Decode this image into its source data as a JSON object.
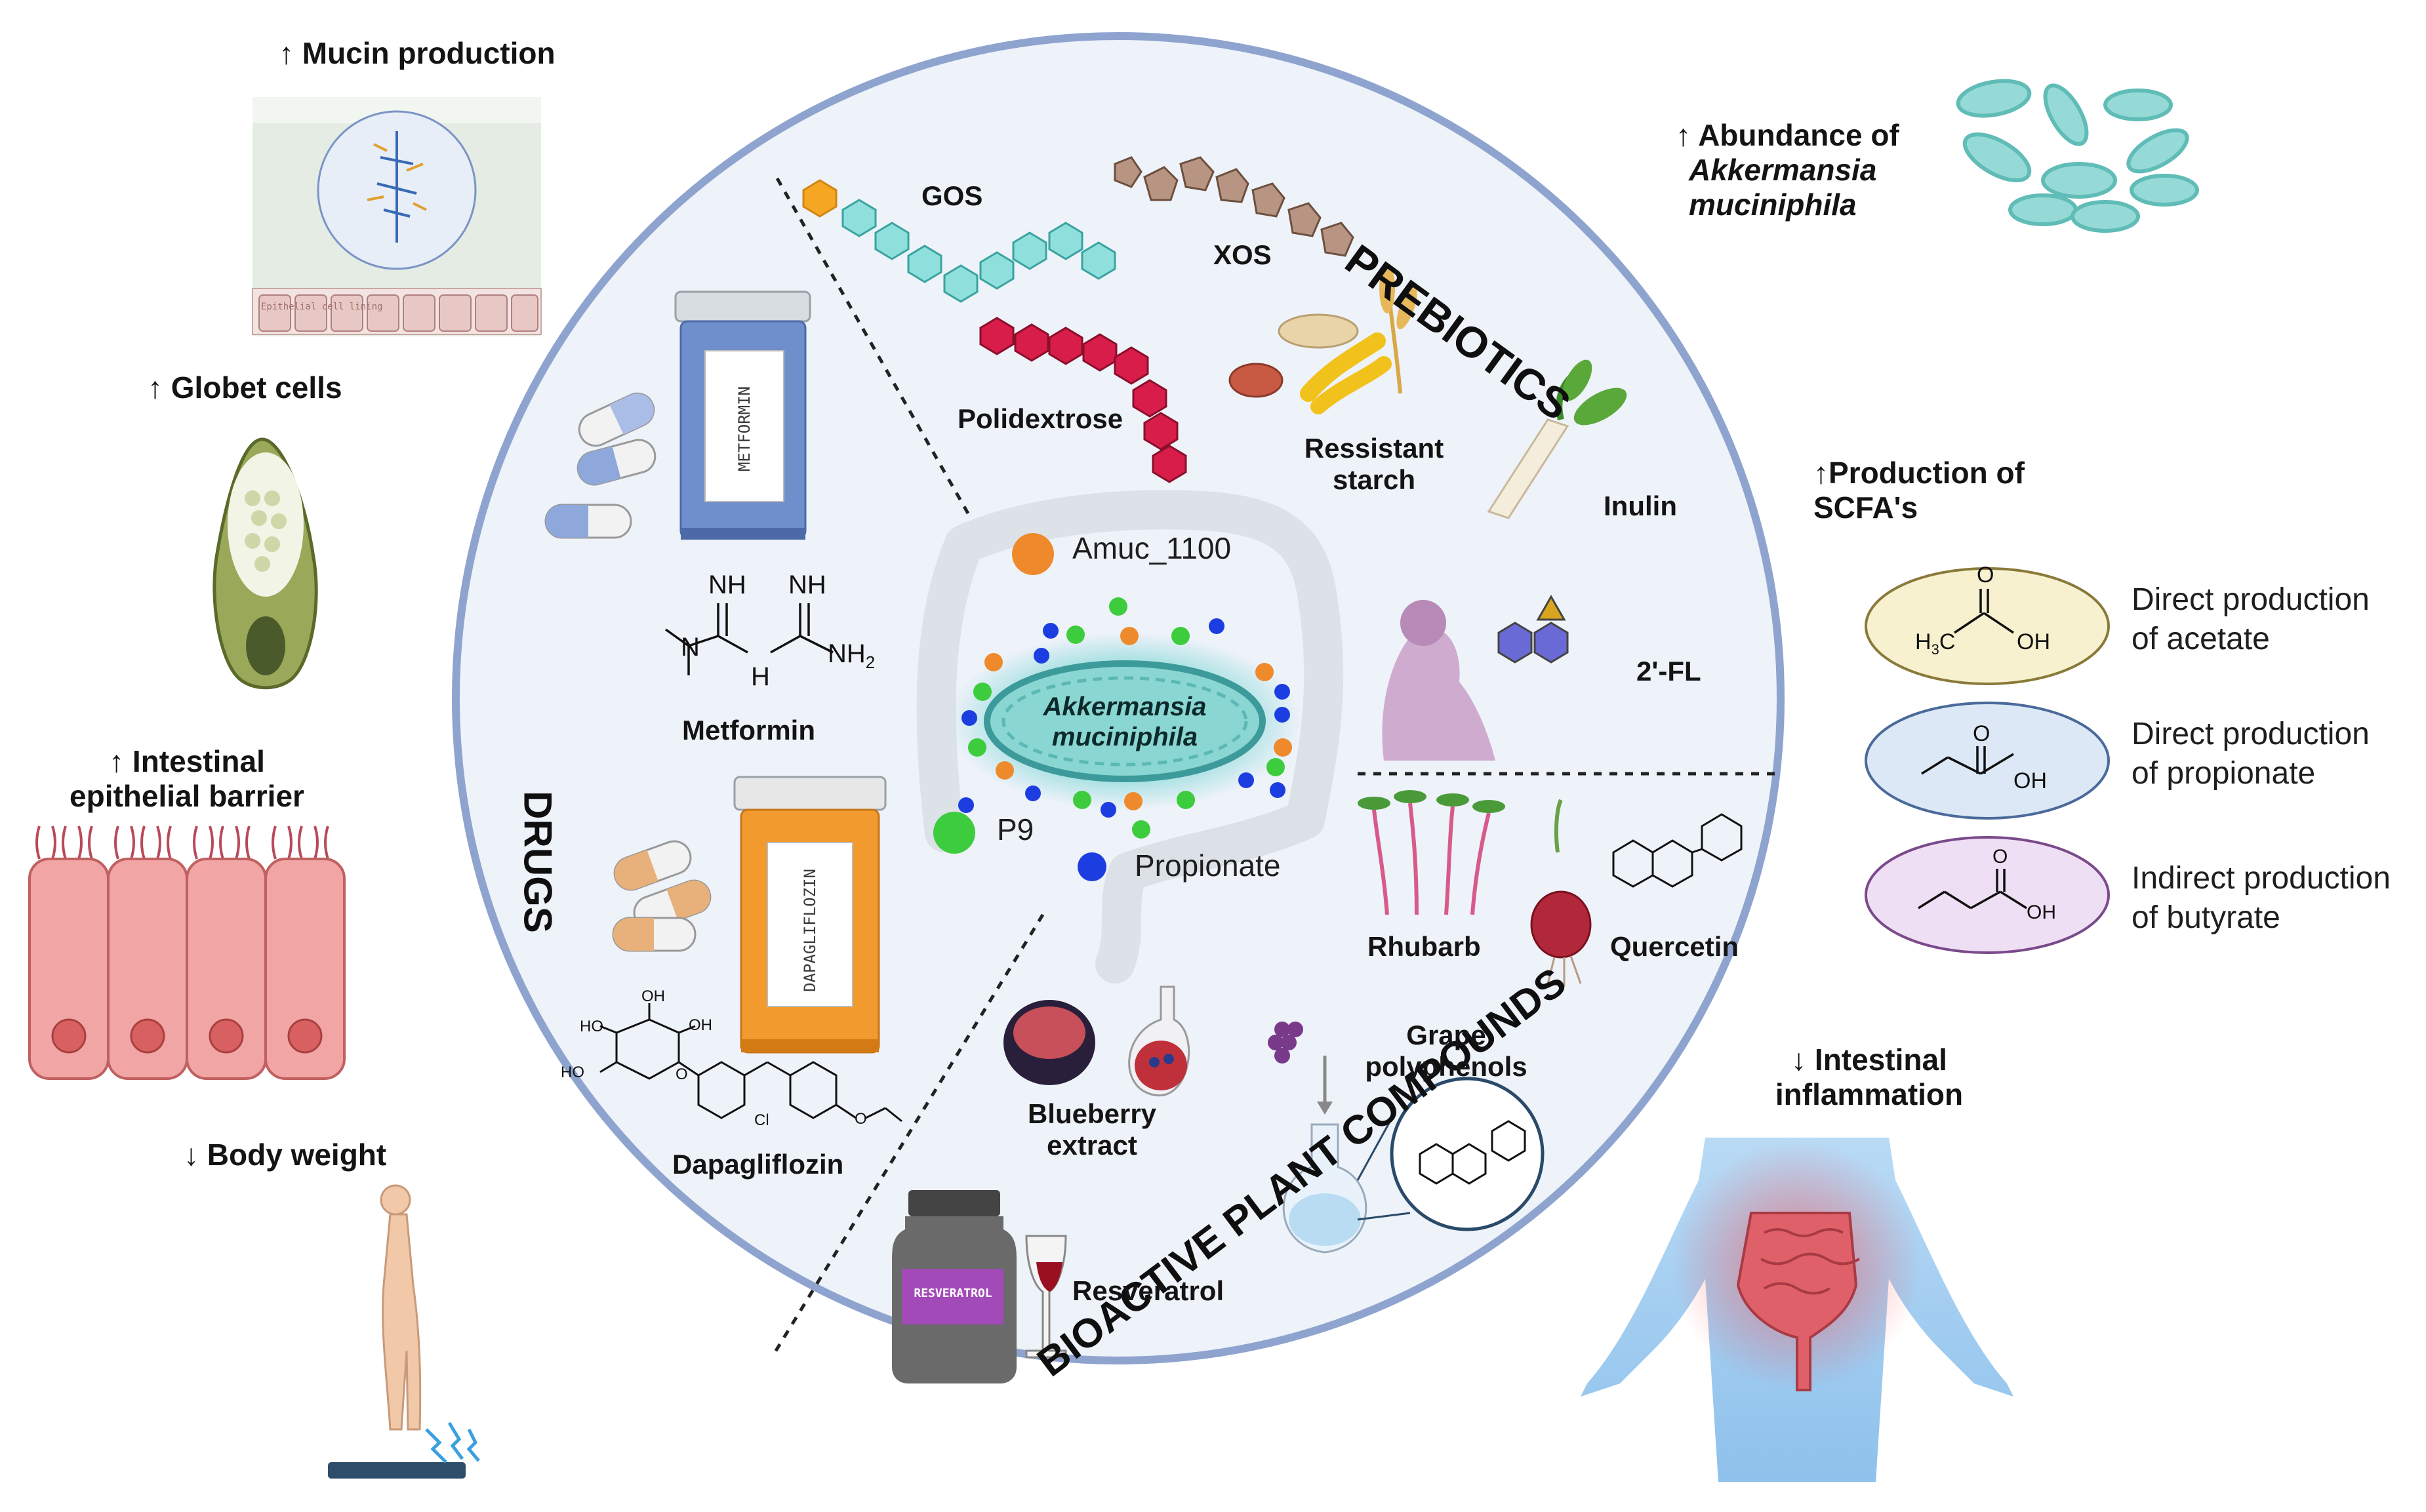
{
  "sections": {
    "drugs": "DRUGS",
    "prebiotics": "PREBIOTICS",
    "bioactive": "BIOACTIVE PLANT COMPOUNDS"
  },
  "center": {
    "bacterium": [
      "Akkermansia",
      "muciniphila"
    ],
    "amuc": "Amuc_1100",
    "p9": "P9",
    "propionate": "Propionate"
  },
  "drugs": {
    "metformin_bottle": "METFORMIN",
    "metformin": "Metformin",
    "dapagliflozin_bottle": "DAPAGLIFLOZIN",
    "dapagliflozin": "Dapagliflozin",
    "metformin_atoms": {
      "nh1": "NH",
      "nh2": "NH",
      "n": "N",
      "h": "H",
      "nh2b": "NH",
      "sub2": "2"
    },
    "dapa_atoms": {
      "oh_top": "OH",
      "ho_left": "HO",
      "oh_right": "OH",
      "ho_bottom": "HO",
      "o_ring": "O",
      "cl": "Cl",
      "o_ether": "O"
    }
  },
  "prebiotics": {
    "gos": "GOS",
    "xos": "XOS",
    "polidextrose": "Polidextrose",
    "resistant_starch": [
      "Ressistant",
      "starch"
    ],
    "inulin": "Inulin",
    "fl": "2'-FL"
  },
  "plants": {
    "rhubarb": "Rhubarb",
    "quercetin": "Quercetin",
    "blueberry": [
      "Blueberry",
      "extract"
    ],
    "grape": [
      "Grape",
      "polyphenols"
    ],
    "resveratrol": "Resveratrol",
    "resveratrol_bottle": "RESVERATROL"
  },
  "effects_left": {
    "mucin": "↑ Mucin production",
    "epithelial_lining": "Epithelial cell lining",
    "goblet": "↑ Globet cells",
    "barrier": [
      "↑ Intestinal",
      "epithelial barrier"
    ],
    "weight": "↓ Body weight"
  },
  "effects_right": {
    "abundance": [
      "↑ Abundance of",
      "Akkermansia",
      "muciniphila"
    ],
    "scfa_title": [
      "↑Production of",
      "SCFA's"
    ],
    "acetate": [
      "Direct production",
      "of  acetate"
    ],
    "propionate": [
      "Direct production",
      "of  propionate"
    ],
    "butyrate": [
      "Indirect production",
      "of butyrate"
    ],
    "inflammation": [
      "↓ Intestinal",
      "inflammation"
    ],
    "acetate_atoms": {
      "o": "O",
      "h3c": "H",
      "h3sub": "3",
      "c": "C",
      "oh": "OH"
    },
    "propionate_atoms": {
      "o": "O",
      "oh": "OH"
    },
    "butyrate_atoms": {
      "o": "O",
      "oh": "OH"
    }
  },
  "colors": {
    "circle_fill": "#eef2f9",
    "circle_stroke": "#8ea4cf",
    "metformin_cap": "#d8dde2",
    "metformin_body": "#6f8fcc",
    "dapa_body": "#f29a2e",
    "acetate_fill": "#f7f1cf",
    "propionate_fill": "#dde8f6",
    "butyrate_fill": "#efdff4",
    "amuc": "#ee8a2c",
    "p9": "#3dcc3d",
    "propionate_dot": "#1c3ee0"
  }
}
